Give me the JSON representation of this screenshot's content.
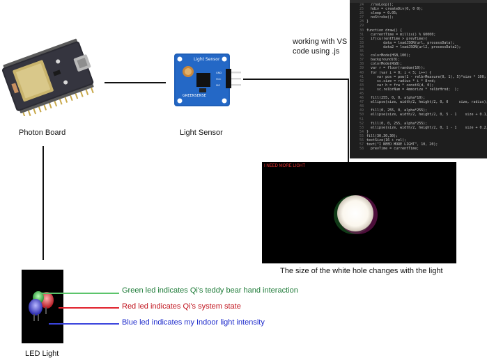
{
  "nodes": {
    "photon": {
      "label": "Photon Board"
    },
    "sensor": {
      "label": "Light Sensor",
      "board_text": "Light Sensor",
      "pins": [
        "GND",
        "VCC",
        "SIG"
      ],
      "brand": "GREENSENSE"
    },
    "vscode": {
      "label_line1": "working with VS",
      "label_line2": "code using .js"
    },
    "screen": {
      "overlay_text": "I NEED MORE LIGHT",
      "caption": "The size of the white hole changes with the light"
    },
    "led": {
      "label": "LED Light"
    }
  },
  "annotations": {
    "green": {
      "text": "Green led indicates Qi's teddy bear hand interaction",
      "color": "#1e7b38"
    },
    "red": {
      "text": "Red led indicates Qi's system state",
      "color": "#c0111b"
    },
    "blue": {
      "text": "Blue led indicates my Indoor light intensity",
      "color": "#1f2ccc"
    }
  },
  "code": {
    "line_numbers": [
      "24",
      "25",
      "26",
      "27",
      "28",
      "29",
      "30",
      "31",
      "32",
      "33",
      "34",
      "35",
      "36",
      "37",
      "38",
      "39",
      "40",
      "41",
      "42",
      "43",
      "44",
      "45",
      "46",
      "47",
      "48",
      "49",
      "50",
      "51",
      "52",
      "53",
      "54",
      "55",
      "56",
      "57",
      "58"
    ],
    "lines": [
      "  //noLoop();",
      "  hdiv = createDiv(0, 0 0);",
      "  sleep = 0.05;",
      "  noStroke();",
      "}",
      "",
      "function draw() {",
      "  currentTime = millis() % 60000;",
      "  if(currentTime > prevTime){",
      "        data = loadJSON(url, processData);",
      "        data2 = loadJSON(url2, processData2);",
      "",
      "  colorMode(HSB,100);",
      "  background(0);",
      "  colorMode(RGB);",
      "  var r = floor(random(10));",
      "  for (var i = 0; i < 5; i++) {",
      "     var pos = pow(1 - relbrMeasure(0, 1), 5)*size * 100;",
      "     sc.size = radius * i * 8rnd;",
      "     var h = frw * constX(d, 0);",
      "     sc.relbrNum = 4mmorize * relbrHrnd;  );",
      "",
      "  fill(255, 0, 0, alpha*10);",
      "  ellipse(size, width/2, height/2, 0, 0     size, radius);",
      "",
      "  fill(0, 255, 0, alpha*255);",
      "  ellipse(size, width/2, height/2, 0, 5 - 1    size + 0.1, radius);",
      "",
      "  fill(0, 0, 255, alpha*255);",
      "  ellipse(size, width/2, height/2, 0, 1 - 1    size + 0.2, radius);",
      "}",
      "fill(30,30,30);",
      "textSize(16 + rel);",
      "text(\"I NEED MORE LIGHT\", 10, 20);",
      "  prevTime = currentTime;"
    ]
  }
}
